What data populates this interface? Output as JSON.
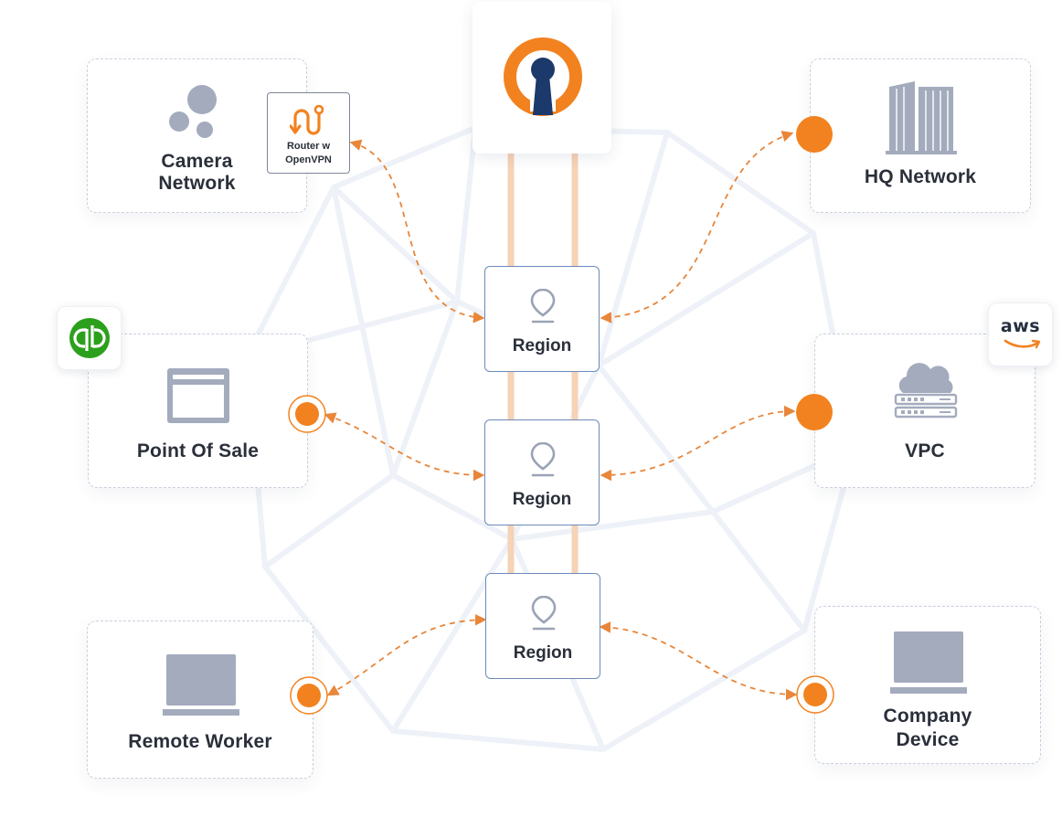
{
  "colors": {
    "accent": "#f2821f",
    "icon_gray": "#a3abbd",
    "region_border": "#6c8bb8",
    "dash_line": "#e8863a",
    "text": "#2a2f3a",
    "vpn_navy": "#1b3a6b",
    "quickbooks_green": "#2ca01c"
  },
  "central": {
    "logo": "openvpn-keyhole-logo"
  },
  "regions": [
    {
      "label": "Region",
      "icon": "map-pin-icon"
    },
    {
      "label": "Region",
      "icon": "map-pin-icon"
    },
    {
      "label": "Region",
      "icon": "map-pin-icon"
    }
  ],
  "nodes": {
    "camera_network": {
      "label_line1": "Camera",
      "label_line2": "Network",
      "icon": "camera-network-dots-icon"
    },
    "router": {
      "label_line1": "Router w",
      "label_line2": "OpenVPN",
      "icon": "router-route-icon"
    },
    "point_of_sale": {
      "label": "Point Of Sale",
      "icon": "browser-window-icon",
      "badge": "quickbooks-logo"
    },
    "remote_worker": {
      "label": "Remote Worker",
      "icon": "laptop-icon"
    },
    "hq_network": {
      "label": "HQ Network",
      "icon": "office-buildings-icon"
    },
    "vpc": {
      "label": "VPC",
      "icon": "cloud-server-icon",
      "badge_text": "aws"
    },
    "company_device": {
      "label_line1": "Company",
      "label_line2": "Device",
      "icon": "laptop-icon"
    }
  }
}
